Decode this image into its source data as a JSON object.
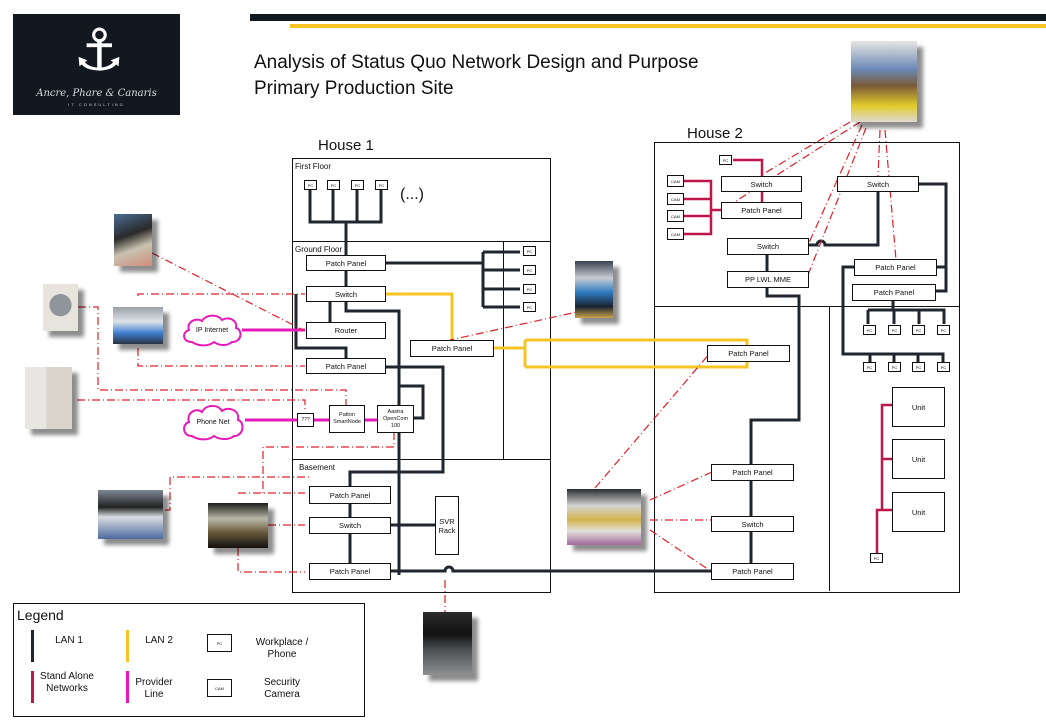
{
  "header": {
    "title_line1": "Analysis of Status Quo Network Design and Purpose",
    "title_line2": "Primary Production Site",
    "accent_dark": "#111820",
    "accent_yellow": "#f7c325"
  },
  "logo": {
    "icon": "anchor-icon",
    "brand": "Ancre, Phare & Canaris",
    "tagline": "IT CONSULTING"
  },
  "house1": {
    "label": "House 1",
    "first_floor": {
      "label": "First Floor",
      "pcs": [
        "PC",
        "PC",
        "PC",
        "PC"
      ],
      "more": "(...)"
    },
    "ground_floor": {
      "label": "Ground Floor",
      "patch_panel_top": "Patch Panel",
      "switch": "Switch",
      "router": "Router",
      "patch_panel_bottom": "Patch Panel",
      "patch_panel_lan2": "Patch Panel",
      "unknown_device": "???",
      "patton": "Patton SmartNode",
      "aastra": "Aastra OpenCom 100",
      "side_pcs": [
        "PC",
        "PC",
        "PC",
        "PC"
      ]
    },
    "basement": {
      "label": "Basement",
      "patch_panel_top": "Patch Panel",
      "switch": "Switch",
      "patch_panel_bottom": "Patch Panel",
      "server_rack": "SVR Rack"
    }
  },
  "clouds": {
    "internet": "IP Internet",
    "phone": "Phone Net"
  },
  "house2": {
    "label": "House 2",
    "top_left": {
      "pc": "PC",
      "cams": [
        "CAM",
        "CAM",
        "CAM",
        "CAM"
      ],
      "switch": "Switch",
      "patch_panel": "Patch Panel",
      "switch_2": "Switch",
      "fiber": "PP LWL MME"
    },
    "top_right": {
      "switch": "Switch",
      "patch_panel_1": "Patch Panel",
      "patch_panel_2": "Patch Panel"
    },
    "bottom_left": {
      "patch_panel_lan2": "Patch Panel",
      "patch_panel": "Patch Panel",
      "switch": "Switch",
      "patch_panel_bottom": "Patch Panel"
    },
    "bottom_right": {
      "pcs_row1": [
        "PC",
        "PC",
        "PC",
        "PC"
      ],
      "pcs_row2": [
        "PC",
        "PC",
        "PC",
        "PC"
      ],
      "units": [
        "Unit",
        "Unit",
        "Unit"
      ],
      "pc": "PC"
    }
  },
  "legend": {
    "title": "Legend",
    "items": [
      {
        "label": "LAN 1",
        "color": "#1f262d"
      },
      {
        "label": "LAN 2",
        "color": "#f7c325"
      },
      {
        "label": "Workplace / Phone",
        "symbol": "PC"
      },
      {
        "label": "Stand Alone Networks",
        "color": "#c0174a"
      },
      {
        "label": "Provider Line",
        "color": "#e61ab8"
      },
      {
        "label": "Security Camera",
        "symbol": "CAM"
      }
    ]
  },
  "colors": {
    "lan1": "#1f262d",
    "lan2": "#f7c325",
    "standalone": "#c0174a",
    "provider": "#e61ab8",
    "photo_link": "#e0202a"
  }
}
